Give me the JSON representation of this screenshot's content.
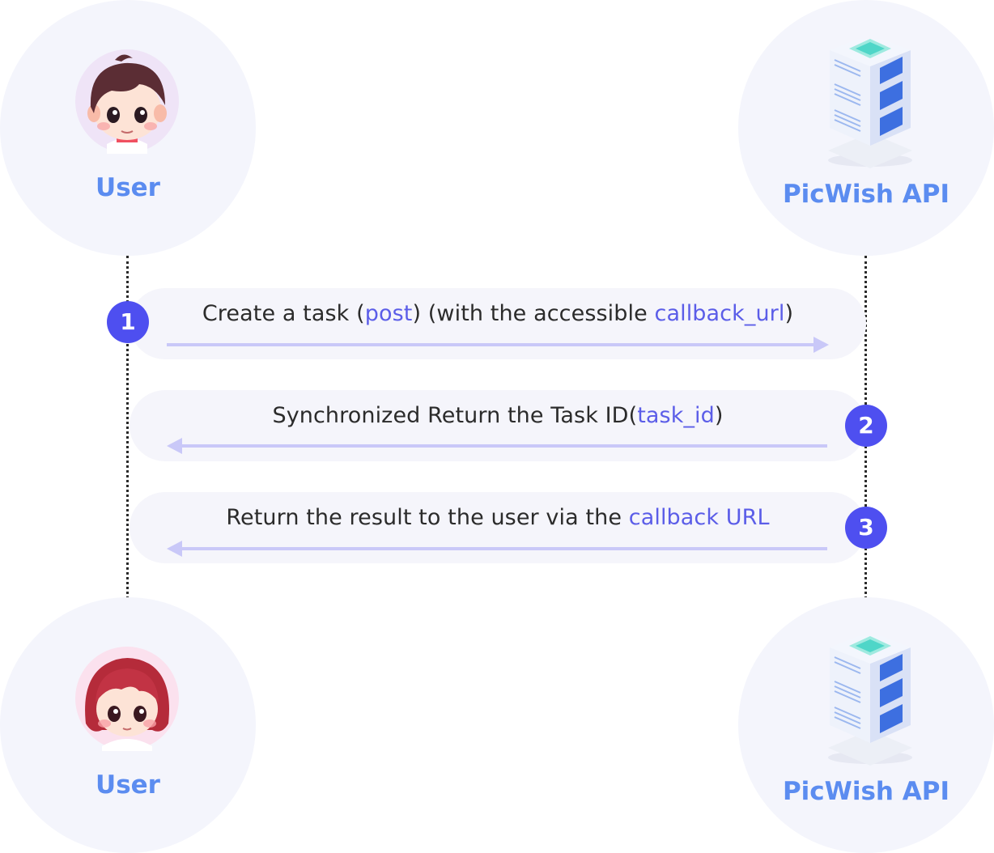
{
  "actors": {
    "user_top": {
      "label": "User"
    },
    "api_top": {
      "label": "PicWish API"
    },
    "user_bottom": {
      "label": "User"
    },
    "api_bottom": {
      "label": "PicWish API"
    }
  },
  "messages": [
    {
      "step": "1",
      "text_1": "Create a task (",
      "hl_1": "post",
      "text_2": ") (with the accessible ",
      "hl_2": "callback_url",
      "text_3": ")",
      "direction": "right"
    },
    {
      "step": "2",
      "text_1": "Synchronized Return the Task ID(",
      "hl_1": "task_id",
      "text_2": ")",
      "direction": "left"
    },
    {
      "step": "3",
      "text_1": "Return the result to the user via the ",
      "hl_1": "callback URL",
      "direction": "left"
    }
  ],
  "colors": {
    "actor_label": "#5b8cf0",
    "badge": "#4e4ff0",
    "highlight": "#5b5de8",
    "arrow": "#c9c8f8",
    "bubble": "#f5f5fb",
    "circle": "#f4f5fc"
  },
  "icons": {
    "user_top": "boy-avatar-icon",
    "user_bottom": "girl-avatar-icon",
    "api": "server-stack-icon"
  }
}
